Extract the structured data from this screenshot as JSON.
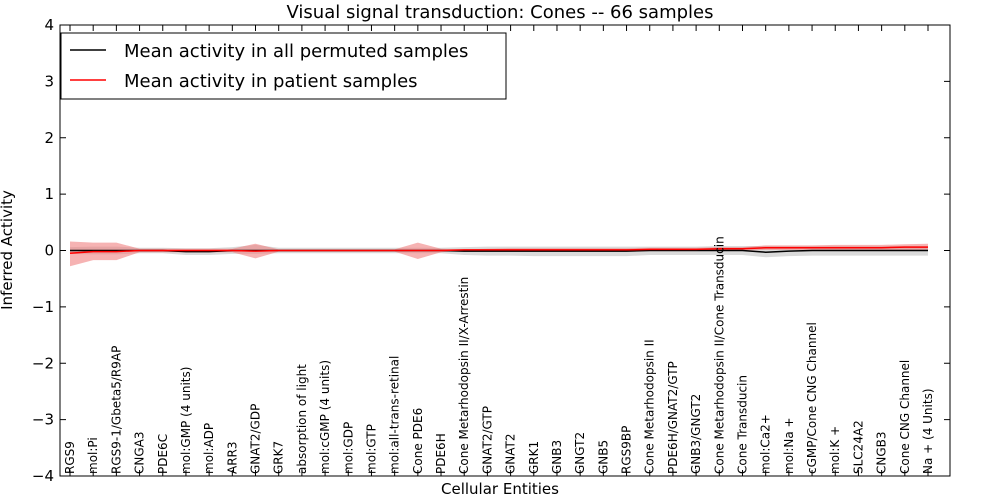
{
  "chart_data": {
    "type": "line",
    "title": "Visual signal transduction: Cones -- 66 samples",
    "xlabel": "Cellular Entities",
    "ylabel": "Inferred Activity",
    "ylim": [
      -4,
      4
    ],
    "yticks": [
      -4,
      -3,
      -2,
      -1,
      0,
      1,
      2,
      3,
      4
    ],
    "ytick_labels": [
      "−4",
      "−3",
      "−2",
      "−1",
      "0",
      "1",
      "2",
      "3",
      "4"
    ],
    "grid": false,
    "legend_position": "top-left",
    "categories": [
      "RGS9",
      "mol:Pi",
      "RGS9-1/Gbeta5/R9AP",
      "CNGA3",
      "PDE6C",
      "mol:GMP (4 units)",
      "mol:ADP",
      "ARR3",
      "GNAT2/GDP",
      "GRK7",
      "absorption of light",
      "mol:cGMP (4 units)",
      "mol:GDP",
      "mol:GTP",
      "mol:all-trans-retinal",
      "Cone PDE6",
      "PDE6H",
      "Cone Metarhodopsin II/X-Arrestin",
      "GNAT2/GTP",
      "GNAT2",
      "GRK1",
      "GNB3",
      "GNGT2",
      "GNB5",
      "RGS9BP",
      "Cone Metarhodopsin II",
      "PDE6H/GNAT2/GTP",
      "GNB3/GNGT2",
      "Cone Metarhodopsin II/Cone Transducin",
      "Cone Transducin",
      "mol:Ca2+",
      "mol:Na +",
      "cGMP/Cone CNG Channel",
      "mol:K +",
      "SLC24A2",
      "CNGB3",
      "Cone CNG Channel",
      "Na + (4 Units)"
    ],
    "series": [
      {
        "name": "Mean activity in all permuted samples",
        "color": "#000000",
        "band_color": "#bbbbbb",
        "values": [
          0.0,
          0.0,
          0.0,
          0.0,
          0.0,
          -0.02,
          -0.02,
          0.0,
          0.0,
          0.0,
          0.0,
          0.0,
          0.0,
          0.0,
          0.0,
          0.0,
          0.0,
          -0.01,
          -0.01,
          -0.01,
          -0.01,
          -0.01,
          -0.01,
          -0.01,
          -0.01,
          0.0,
          0.0,
          0.0,
          0.0,
          0.0,
          -0.03,
          -0.01,
          0.0,
          0.0,
          0.0,
          0.0,
          0.0,
          0.0
        ],
        "lower": [
          -0.06,
          -0.07,
          -0.07,
          -0.05,
          -0.05,
          -0.08,
          -0.08,
          -0.06,
          -0.06,
          -0.05,
          -0.05,
          -0.05,
          -0.05,
          -0.05,
          -0.05,
          -0.05,
          -0.05,
          -0.08,
          -0.09,
          -0.09,
          -0.1,
          -0.1,
          -0.1,
          -0.1,
          -0.1,
          -0.08,
          -0.08,
          -0.08,
          -0.08,
          -0.08,
          -0.12,
          -0.1,
          -0.09,
          -0.09,
          -0.09,
          -0.09,
          -0.09,
          -0.09
        ],
        "upper": [
          0.06,
          0.07,
          0.07,
          0.05,
          0.05,
          0.04,
          0.04,
          0.06,
          0.1,
          0.05,
          0.05,
          0.05,
          0.05,
          0.05,
          0.05,
          0.05,
          0.05,
          0.06,
          0.07,
          0.07,
          0.07,
          0.07,
          0.07,
          0.07,
          0.07,
          0.07,
          0.07,
          0.07,
          0.08,
          0.08,
          0.08,
          0.08,
          0.08,
          0.08,
          0.08,
          0.08,
          0.08,
          0.08
        ]
      },
      {
        "name": "Mean activity in patient samples",
        "color": "#ff0000",
        "band_color": "#f08080",
        "values": [
          -0.05,
          -0.02,
          -0.02,
          0.0,
          0.0,
          0.0,
          0.0,
          0.0,
          -0.01,
          0.0,
          0.0,
          0.0,
          0.0,
          0.0,
          0.0,
          0.0,
          0.0,
          0.01,
          0.01,
          0.01,
          0.01,
          0.01,
          0.01,
          0.01,
          0.01,
          0.02,
          0.02,
          0.02,
          0.03,
          0.03,
          0.05,
          0.05,
          0.05,
          0.05,
          0.05,
          0.05,
          0.06,
          0.06
        ],
        "lower": [
          -0.28,
          -0.17,
          -0.17,
          -0.03,
          -0.03,
          -0.03,
          -0.03,
          -0.03,
          -0.14,
          -0.02,
          -0.02,
          -0.02,
          -0.02,
          -0.02,
          -0.02,
          -0.15,
          -0.03,
          0.0,
          0.0,
          0.0,
          0.0,
          0.0,
          0.0,
          0.0,
          0.0,
          0.0,
          0.0,
          0.0,
          0.0,
          0.0,
          0.01,
          0.01,
          0.01,
          0.01,
          0.01,
          0.01,
          0.01,
          0.01
        ],
        "upper": [
          0.16,
          0.14,
          0.14,
          0.03,
          0.03,
          0.03,
          0.03,
          0.03,
          0.12,
          0.02,
          0.02,
          0.02,
          0.02,
          0.02,
          0.02,
          0.14,
          0.03,
          0.02,
          0.03,
          0.04,
          0.04,
          0.04,
          0.04,
          0.04,
          0.04,
          0.05,
          0.05,
          0.05,
          0.06,
          0.06,
          0.09,
          0.09,
          0.09,
          0.1,
          0.1,
          0.1,
          0.11,
          0.12
        ]
      }
    ]
  }
}
